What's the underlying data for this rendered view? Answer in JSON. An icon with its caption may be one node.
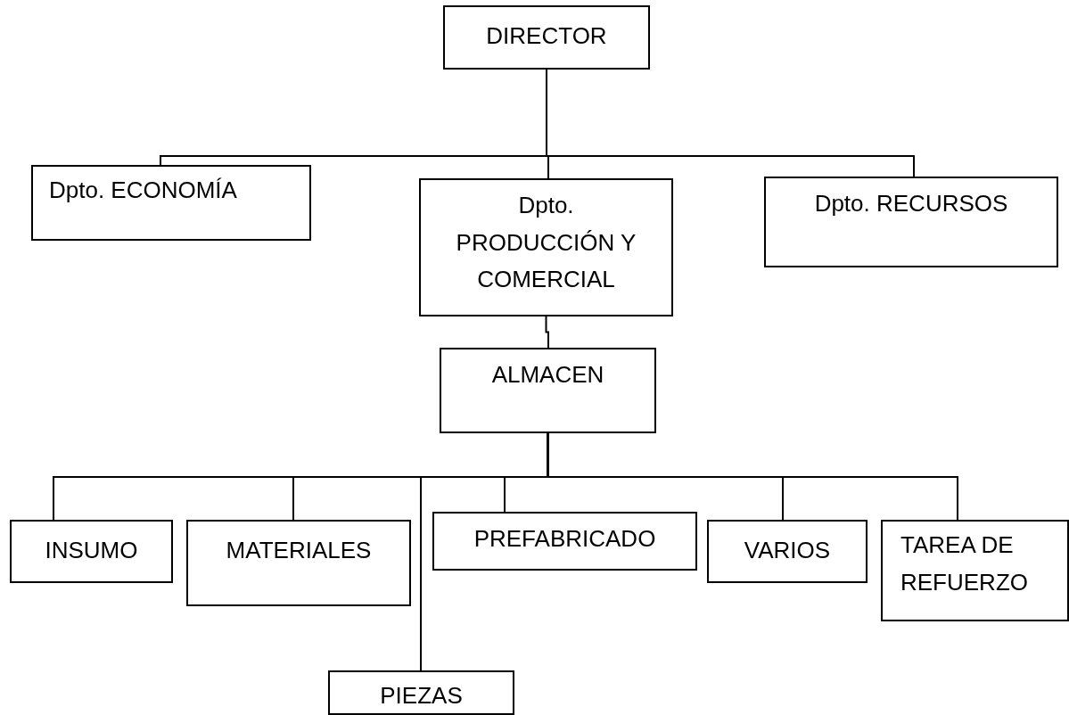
{
  "diagram": {
    "nodes": [
      {
        "text": [
          "DIRECTOR"
        ]
      },
      {
        "text": [
          "Dpto. ECONOMÍA"
        ]
      },
      {
        "text": [
          "Dpto. PRODUCCIÓN Y COMERCIAL"
        ]
      },
      {
        "text": [
          "Dpto. RECURSOS"
        ]
      },
      {
        "text": [
          "ALMACEN"
        ]
      },
      {
        "text": [
          "INSUMO"
        ]
      },
      {
        "text": [
          "MATERIALES"
        ]
      },
      {
        "text": [
          "PIEZAS"
        ]
      },
      {
        "text": [
          "PREFABRICADO"
        ]
      },
      {
        "text": [
          "VARIOS"
        ]
      },
      {
        "text": [
          "TAREA DE REFUERZO"
        ]
      }
    ],
    "edges": [
      {
        "from": 0,
        "to": 1,
        "arrow": "none"
      },
      {
        "from": 0,
        "to": 2,
        "arrow": "none"
      },
      {
        "from": 0,
        "to": 3,
        "arrow": "none"
      },
      {
        "from": 2,
        "to": 4,
        "arrow": "none"
      },
      {
        "from": 4,
        "to": 5,
        "arrow": "none"
      },
      {
        "from": 4,
        "to": 6,
        "arrow": "none"
      },
      {
        "from": 4,
        "to": 7,
        "arrow": "none"
      },
      {
        "from": 4,
        "to": 8,
        "arrow": "none"
      },
      {
        "from": 4,
        "to": 9,
        "arrow": "none"
      },
      {
        "from": 4,
        "to": 10,
        "arrow": "none"
      }
    ]
  }
}
